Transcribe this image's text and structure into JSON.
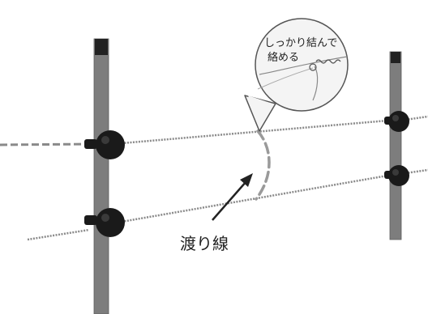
{
  "callout": {
    "line1": "しっかり結んで",
    "line2": "絡める"
  },
  "label": {
    "jumper_wire": "渡り線"
  },
  "colors": {
    "post": "#7d7d7d",
    "post_top": "#222222",
    "wire": "#8a8a8a",
    "insulator": "#1a1a1a",
    "jumper": "#9a9a9a",
    "callout_fill": "#f4f4f4"
  }
}
